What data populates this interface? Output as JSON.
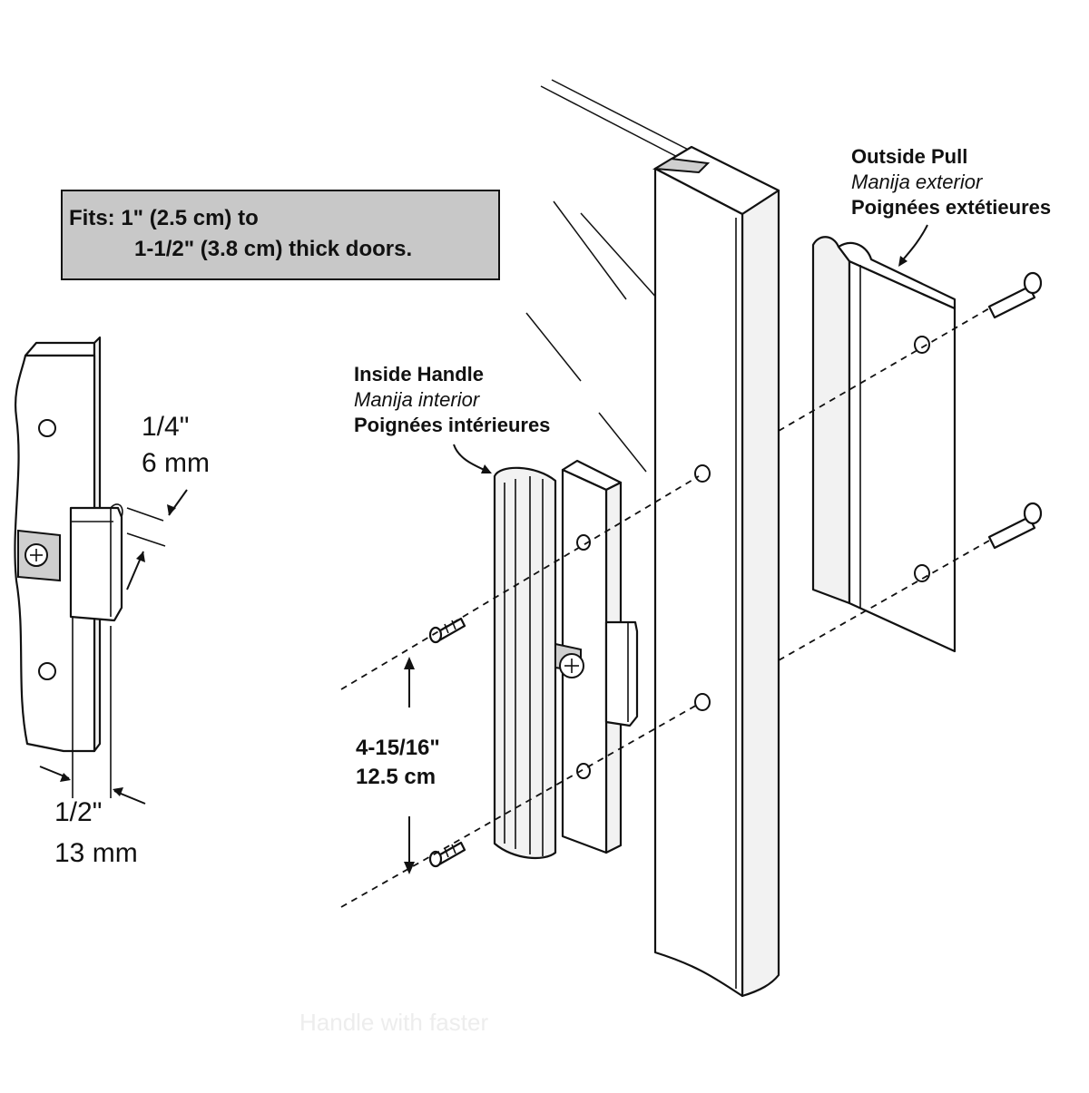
{
  "fits_box": {
    "line1": "Fits: 1\" (2.5 cm) to",
    "line2": "1-1/2\" (3.8 cm) thick doors."
  },
  "inside_handle": {
    "en": "Inside Handle",
    "es": "Manija interior",
    "fr": "Poignées intérieures"
  },
  "outside_pull": {
    "en": "Outside Pull",
    "es": "Manija exterior",
    "fr": "Poignées extétieures"
  },
  "dims": {
    "hook_in": "1/4\"",
    "hook_mm": "6 mm",
    "width_in": "1/2\"",
    "width_mm": "13 mm",
    "spacing_in": "4-15/16\"",
    "spacing_cm": "12.5 cm"
  },
  "watermark": "Handle with faster"
}
